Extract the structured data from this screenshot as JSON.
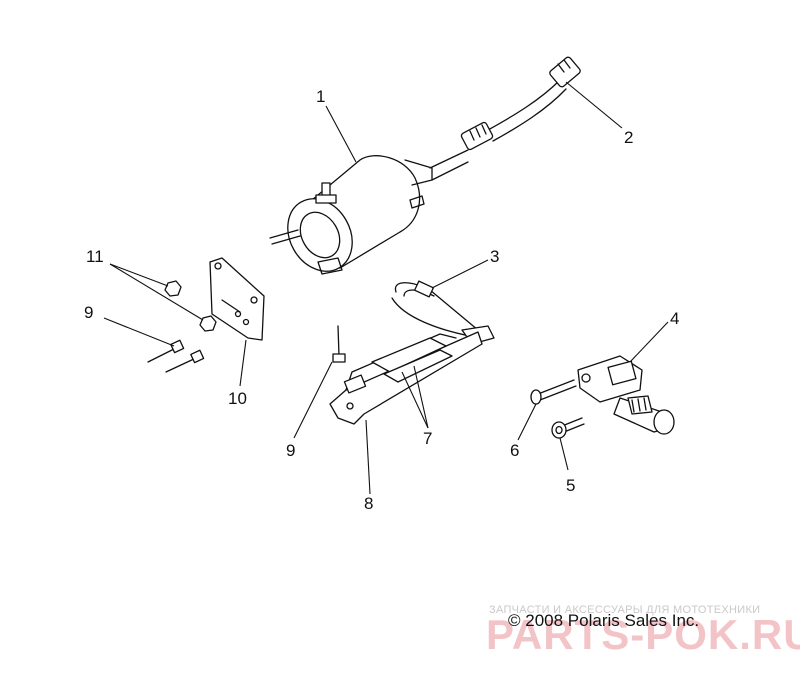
{
  "diagram": {
    "callouts": [
      {
        "id": "1",
        "text": "1"
      },
      {
        "id": "2",
        "text": "2"
      },
      {
        "id": "3",
        "text": "3"
      },
      {
        "id": "4",
        "text": "4"
      },
      {
        "id": "5",
        "text": "5"
      },
      {
        "id": "6",
        "text": "6"
      },
      {
        "id": "7",
        "text": "7"
      },
      {
        "id": "8",
        "text": "8"
      },
      {
        "id": "9a",
        "text": "9"
      },
      {
        "id": "9b",
        "text": "9"
      },
      {
        "id": "10",
        "text": "10"
      },
      {
        "id": "11",
        "text": "11"
      }
    ],
    "copyright": "© 2008 Polaris Sales Inc."
  },
  "watermark": {
    "tagline": "ЗАПЧАСТИ И АКСЕССУАРЫ ДЛЯ МОТОТЕХНИКИ",
    "logo": "PARTS-POK.RU"
  }
}
